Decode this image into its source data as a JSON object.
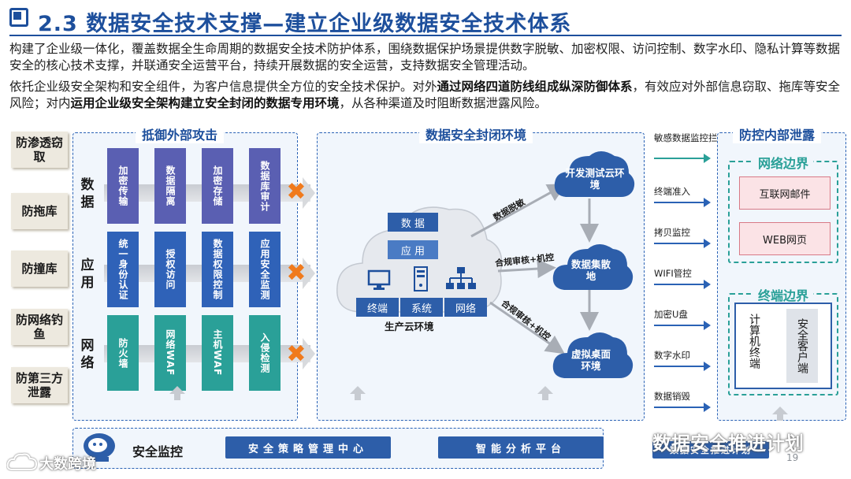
{
  "header": {
    "title": "2.3 数据安全技术支撑—建立企业级数据安全技术体系"
  },
  "intro": {
    "p1": "构建了企业级一体化，覆盖数据全生命周期的数据安全技术防护体系，围绕数据保护场景提供数字脱敏、加密权限、访问控制、数字水印、隐私计算等数据安全的核心技术支撑，并联通安全运营平台，持续开展数据的安全运营，支持数据安全管理活动。",
    "p2_a": "依托企业级安全架构和安全组件，为客户信息提供全方位的安全技术保护。对外",
    "p2_b": "通过网络四道防线组成纵深防御体系",
    "p2_c": "，有效应对外部信息窃取、拖库等安全风险；对内",
    "p2_d": "运用企业级安全架构建立安全封闭的数据专用环境",
    "p2_e": "，从各种渠道及时阻断数据泄露风险。"
  },
  "left_labels": [
    "防渗透窃取",
    "防拖库",
    "防撞库",
    "防网络钓鱼",
    "防第三方泄露"
  ],
  "defense": {
    "title": "抵御外部攻击",
    "rows": [
      {
        "label": "数据",
        "cells": [
          "加密传输",
          "数据隔离",
          "加密存储",
          "数据库审计"
        ]
      },
      {
        "label": "应用",
        "cells": [
          "统一身份认证",
          "授权访问",
          "数据权限控制",
          "应用安全监测"
        ]
      },
      {
        "label": "网络",
        "cells": [
          "防火墙",
          "网络WAF",
          "主机WAF",
          "入侵检测"
        ]
      }
    ]
  },
  "closed_env": {
    "title": "数据安全封闭环境",
    "prod_cloud": {
      "label": "生产云环境",
      "data_label": "数 据",
      "app_label": "应 用",
      "tabs": [
        "终端",
        "系统",
        "网络"
      ]
    },
    "clouds": [
      "开发测试云环境",
      "数据集散地",
      "虚拟桌面环境"
    ],
    "edges": [
      "数据脱敏",
      "合规审核+机控",
      "合规审核+机控"
    ]
  },
  "inner": {
    "title": "防控内部泄露",
    "arrows": [
      "敏感数据监控拦截",
      "终端准入",
      "拷贝监控",
      "WIFI管控",
      "加密U盘",
      "数字水印",
      "数据销毁"
    ],
    "network_border": {
      "title": "网络边界",
      "items": [
        "互联网邮件",
        "WEB网页"
      ]
    },
    "terminal_border": {
      "title": "终端边界",
      "left": "计算机终端",
      "right": "安全客户端"
    }
  },
  "bottom": {
    "label": "安全监控",
    "btn1": "安全策略管理中心",
    "btn2": "智能分析平台",
    "btn3": "数据安全推进计划",
    "page": "19"
  },
  "watermarks": {
    "left": "大数跨境",
    "right": "数据安全推进计划"
  },
  "colors": {
    "brand": "#1d4f9c",
    "purple": "#5a5fb2",
    "blue": "#2f62b8",
    "teal": "#2aa098",
    "orange": "#f07a1c"
  }
}
